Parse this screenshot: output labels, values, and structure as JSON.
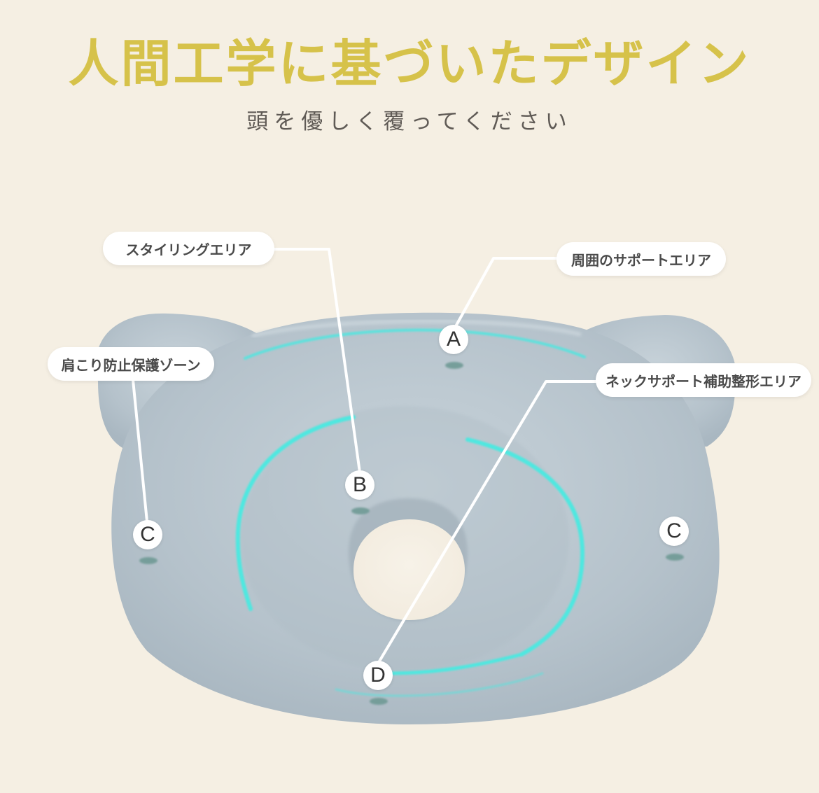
{
  "title": "人間工学に基づいたデザイン",
  "subtitle": "頭を優しく覆ってください",
  "callouts": {
    "styling": "スタイリングエリア",
    "surround": "周囲のサポートエリア",
    "shoulder": "肩こり防止保護ゾーン",
    "neck": "ネックサポート補助整形エリア"
  },
  "markers": {
    "a": "A",
    "b": "B",
    "c_left": "C",
    "c_right": "C",
    "d": "D"
  },
  "colors": {
    "background": "#f5efe3",
    "title": "#d6c24a",
    "pillow": "#b8c4cd",
    "zone_line": "#4ee8e0"
  }
}
